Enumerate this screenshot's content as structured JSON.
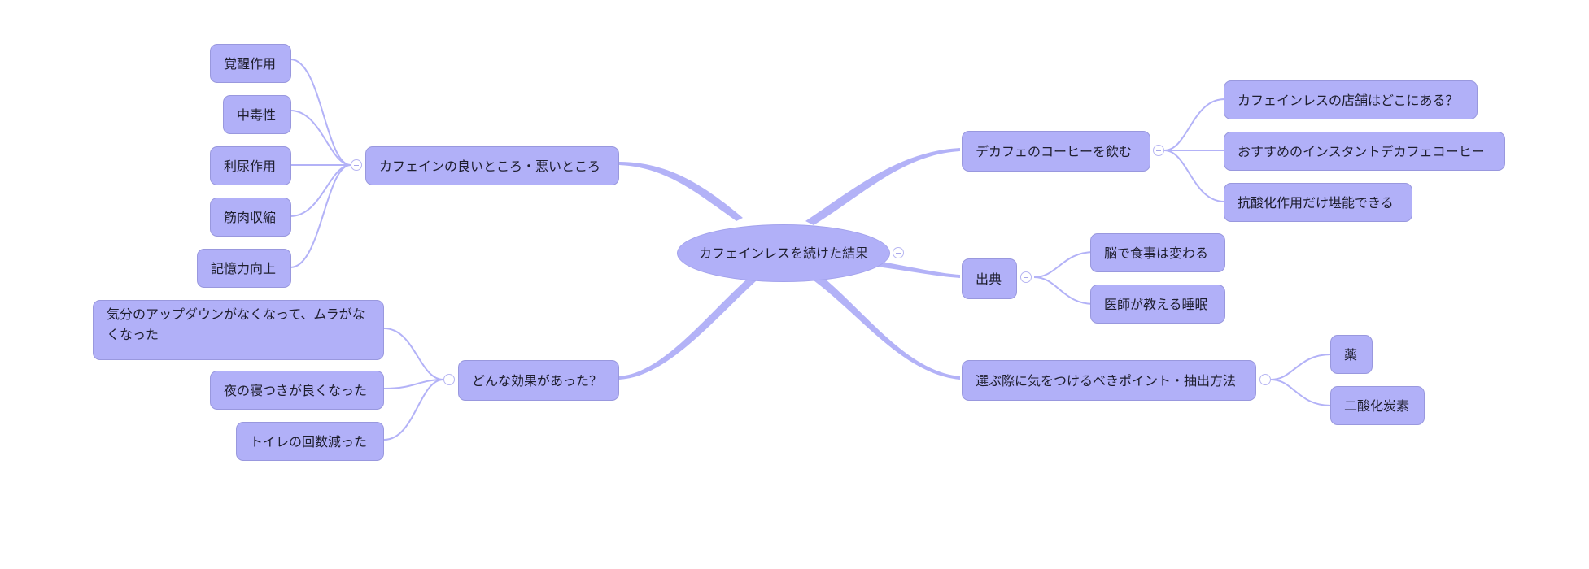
{
  "mindmap": {
    "root": "カフェインレスを続けた結果",
    "branches": [
      {
        "label": "カフェインの良いところ・悪いところ",
        "children": [
          "覚醒作用",
          "中毒性",
          "利尿作用",
          "筋肉収縮",
          "記憶力向上"
        ]
      },
      {
        "label": "どんな効果があった？",
        "children": [
          "気分のアップダウンがなくなって、ムラがなくなった",
          "夜の寝つきが良くなった",
          "トイレの回数減った"
        ]
      },
      {
        "label": "デカフェのコーヒーを飲む",
        "children": [
          "カフェインレスの店舗はどこにある？",
          "おすすめのインスタントデカフェコーヒー",
          "抗酸化作用だけ堪能できる"
        ]
      },
      {
        "label": "出典",
        "children": [
          "脳で食事は変わる",
          "医師が教える睡眠"
        ]
      },
      {
        "label": "選ぶ際に気をつけるべきポイント・抽出方法",
        "children": [
          "薬",
          "二酸化炭素"
        ]
      }
    ]
  },
  "colors": {
    "node_fill": "#b1b0f8",
    "node_border": "#9998de",
    "link": "#b3b2f7",
    "text": "#1e1e2e"
  }
}
